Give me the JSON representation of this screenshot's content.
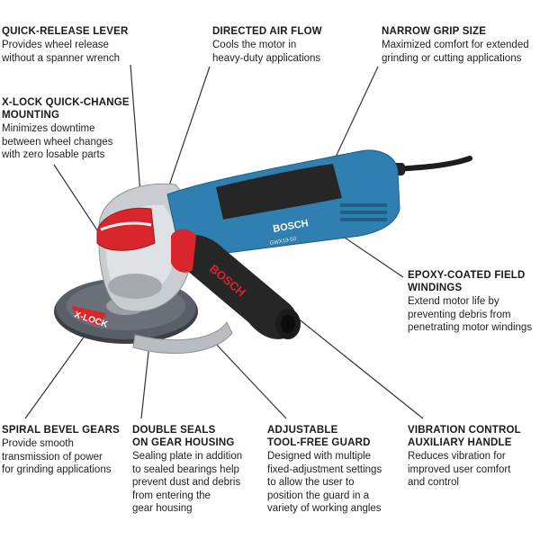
{
  "callouts": {
    "quick_release": {
      "title": "QUICK-RELEASE LEVER",
      "desc": "Provides wheel release\nwithout a spanner wrench"
    },
    "air_flow": {
      "title": "DIRECTED AIR FLOW",
      "desc": "Cools the motor in\nheavy-duty applications"
    },
    "grip": {
      "title": "NARROW GRIP SIZE",
      "desc": "Maximized comfort for extended\ngrinding or cutting applications"
    },
    "xlock": {
      "title": "X-LOCK QUICK-CHANGE\nMOUNTING",
      "desc": "Minimizes downtime\nbetween wheel changes\nwith zero losable parts"
    },
    "epoxy": {
      "title": "EPOXY-COATED FIELD\nWINDINGS",
      "desc": "Extend motor life by\npreventing debris from\npenetrating motor windings"
    },
    "bevel": {
      "title": "SPIRAL BEVEL GEARS",
      "desc": "Provide smooth\ntransmission of power\nfor grinding applications"
    },
    "seals": {
      "title": "DOUBLE SEALS\nON GEAR HOUSING",
      "desc": "Sealing plate in addition\nto sealed bearings help\nprevent dust and debris\nfrom entering the\ngear housing"
    },
    "guard": {
      "title": "ADJUSTABLE\nTOOL-FREE GUARD",
      "desc": "Designed with multiple\nfixed-adjustment settings\nto allow the user to\nposition the guard in a\nvariety of working angles"
    },
    "vibration": {
      "title": "VIBRATION CONTROL\nAUXILIARY HANDLE",
      "desc": "Reduces vibration for\nimproved user comfort\nand control"
    }
  },
  "product": {
    "brand": "BOSCH",
    "model": "GWX13-50",
    "disc_text": "X-LOCK"
  },
  "colors": {
    "body_blue": "#2f7fb0",
    "grip_black": "#262626",
    "accent_red": "#d8262c",
    "metal": "#c9ccd0",
    "leader": "#333333"
  }
}
